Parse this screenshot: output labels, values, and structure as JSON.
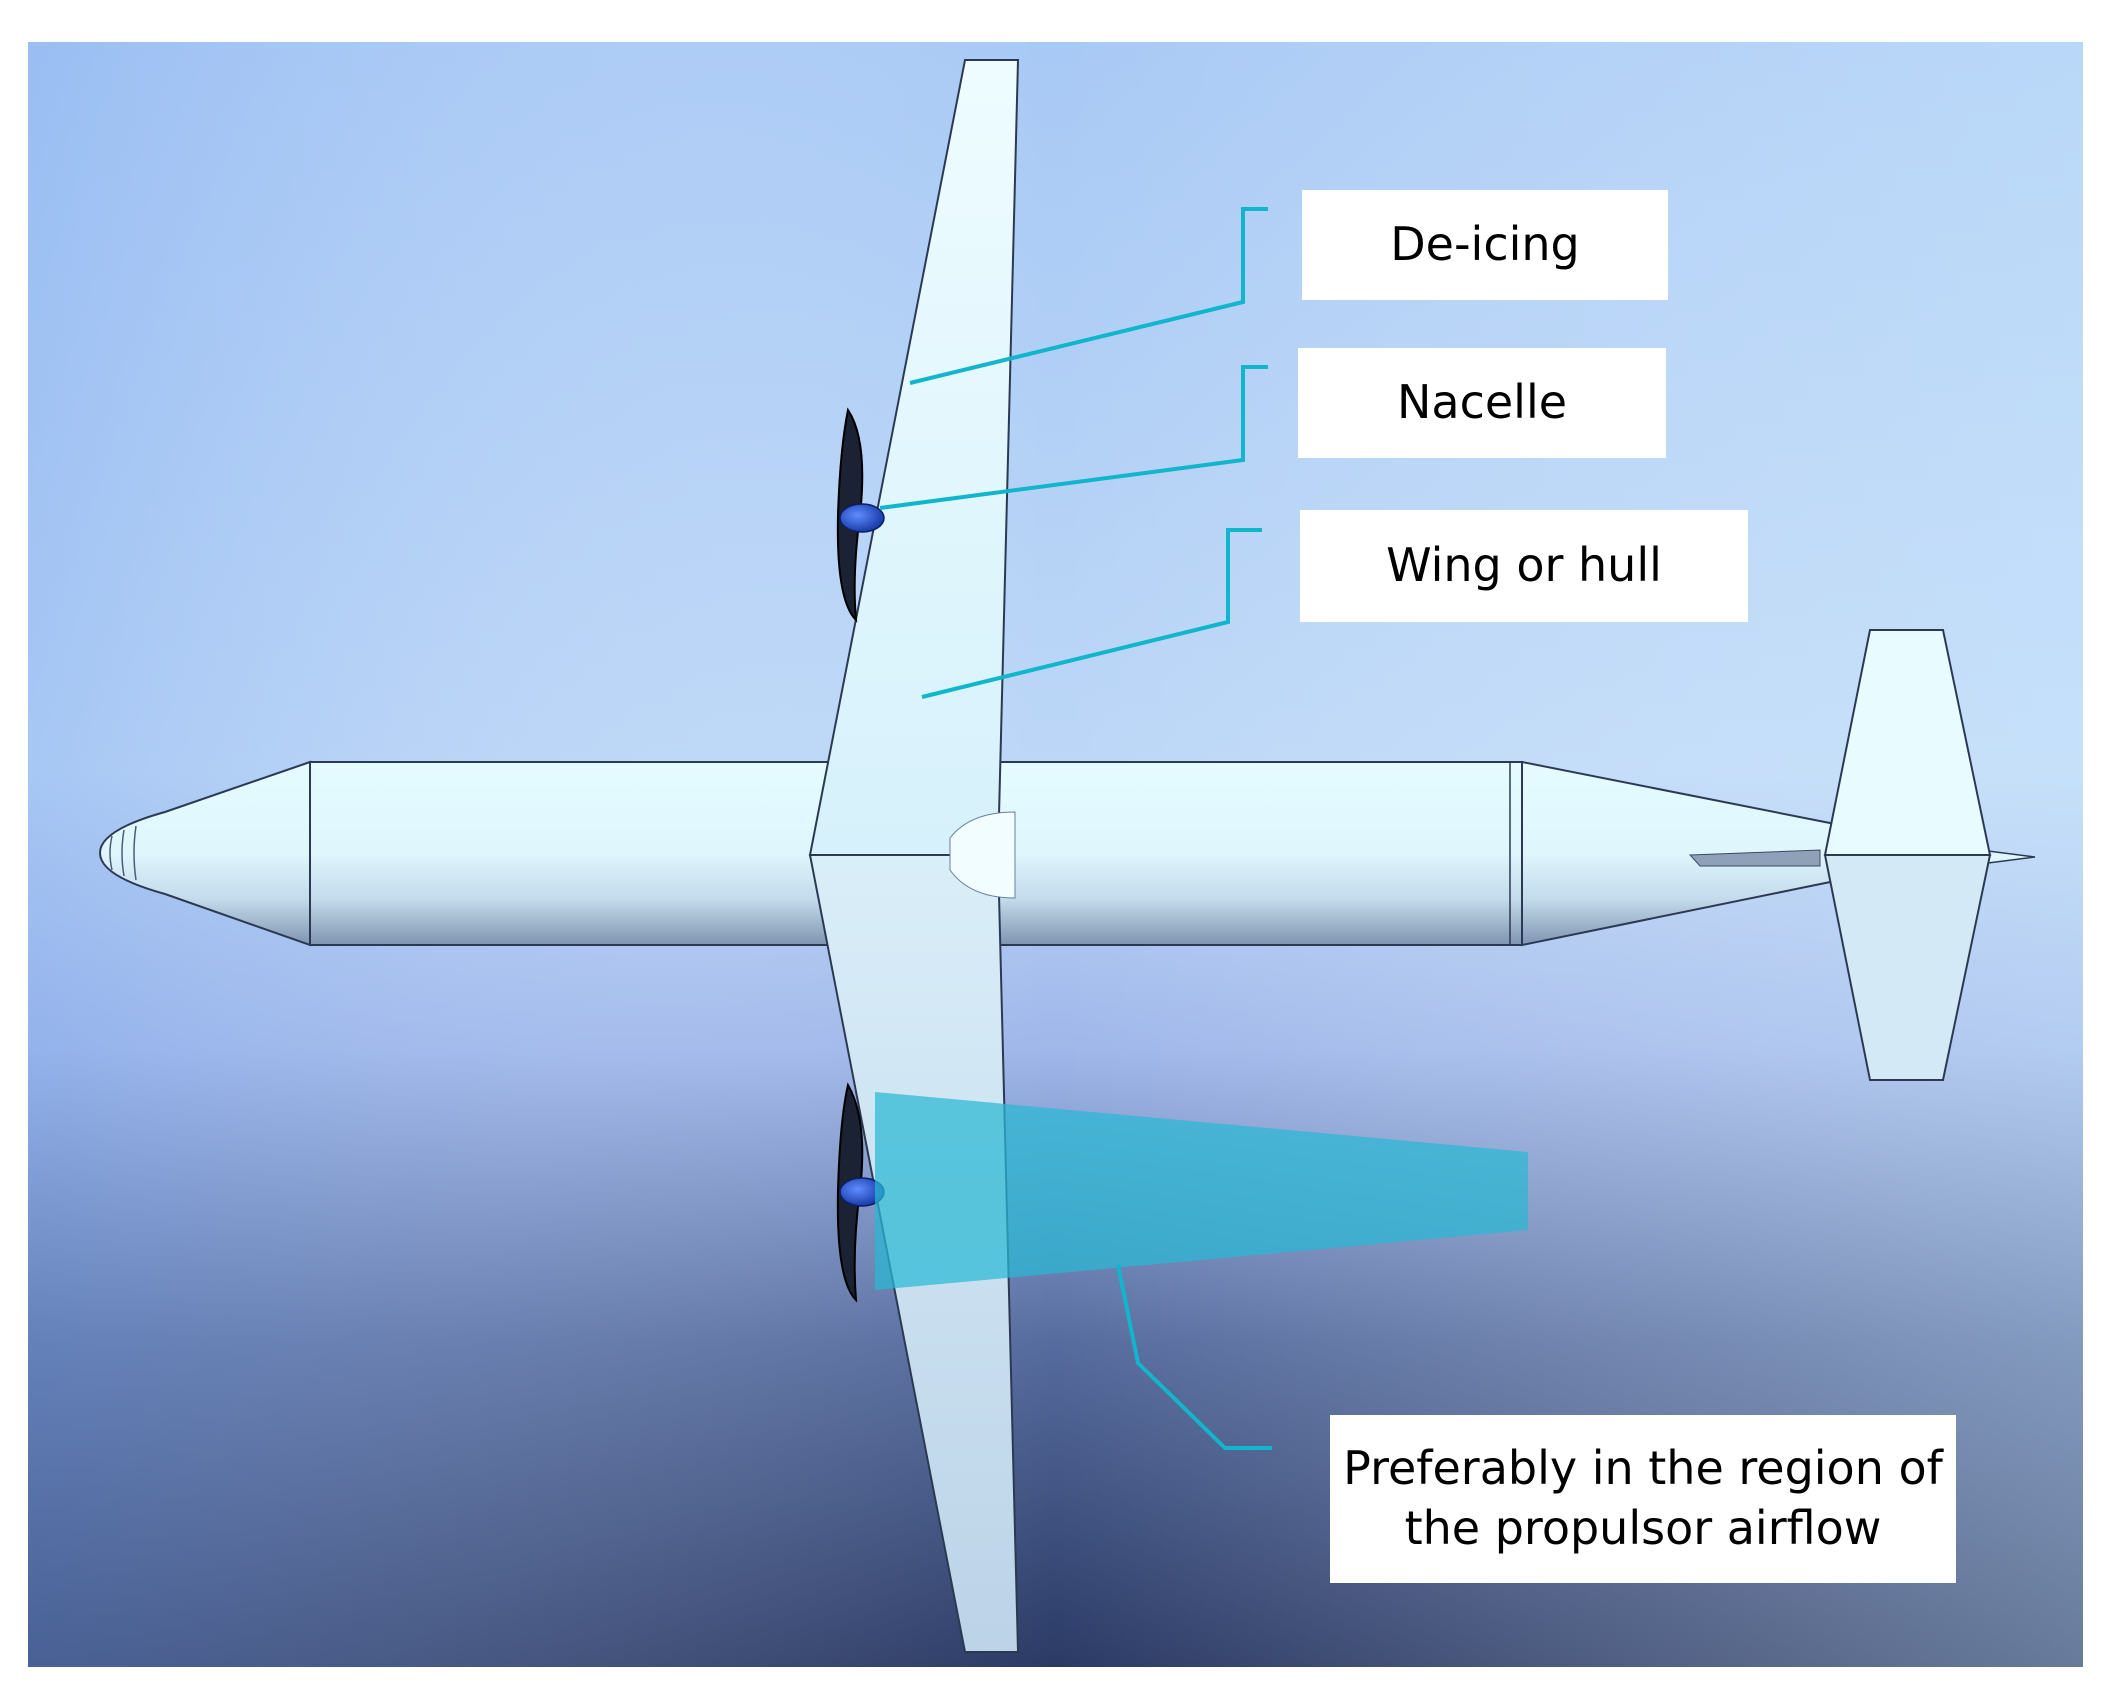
{
  "colors": {
    "sky_top_left": "#9cc0f3",
    "sky_top_right": "#c7e6fb",
    "sky_mid": "#b3cdf3",
    "sky_bottom": "#2c3c66",
    "airframe": "#e9fbff",
    "airframe_shadow": "#8fa9c4",
    "callout_line": "#11b5cc",
    "airflow_region": "#29b9d4",
    "propeller_hub": "#1d52d6",
    "label_box": "#ffffff"
  },
  "labels": {
    "de_icing": "De-icing",
    "nacelle": "Nacelle",
    "wing_or_hull": "Wing or hull",
    "airflow_region": "Preferably in the region of\nthe propulsor airflow"
  }
}
